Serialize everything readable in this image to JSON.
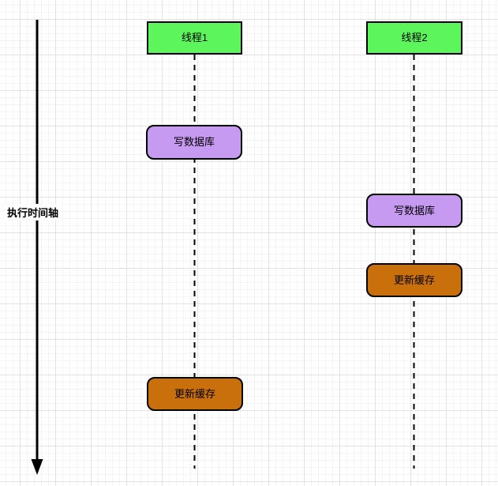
{
  "diagram": {
    "title": "cache-update-race-timeline",
    "timeline_axis": {
      "label": "执行时间轴",
      "direction": "down"
    },
    "threads": [
      {
        "label": "线程1"
      },
      {
        "label": "线程2"
      }
    ],
    "events": [
      {
        "order": 1,
        "thread": "线程1",
        "label": "写数据库",
        "type": "write-db"
      },
      {
        "order": 2,
        "thread": "线程2",
        "label": "写数据库",
        "type": "write-db"
      },
      {
        "order": 3,
        "thread": "线程2",
        "label": "更新缓存",
        "type": "update-cache"
      },
      {
        "order": 4,
        "thread": "线程1",
        "label": "更新缓存",
        "type": "update-cache"
      }
    ],
    "colors": {
      "thread_box_fill": "#5cf65c",
      "write_db_fill": "#c79af2",
      "update_cache_fill": "#c96f0b",
      "stroke": "#000000",
      "grid_major": "#e2e2e2",
      "grid_minor": "#f4f4f4"
    }
  }
}
